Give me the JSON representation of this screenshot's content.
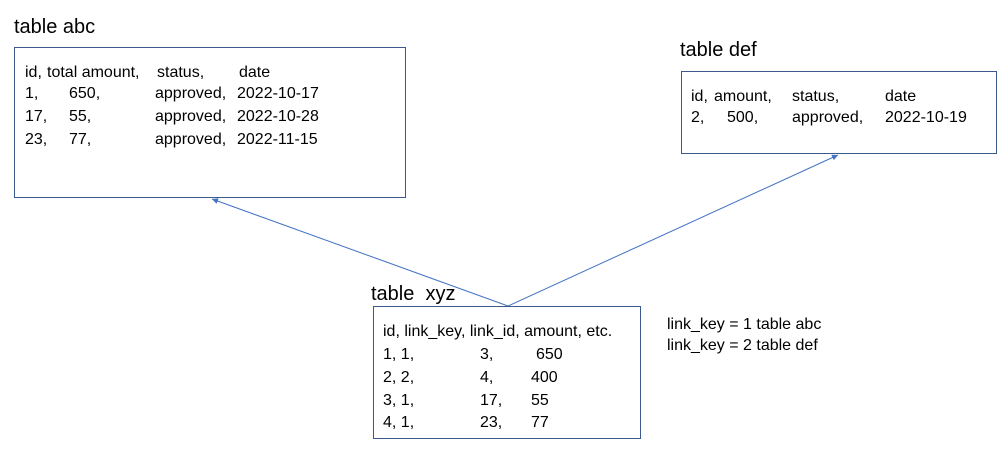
{
  "tables": {
    "abc": {
      "title": "table abc",
      "rows": [
        [
          "id,",
          "total amount,",
          "status,",
          "date"
        ],
        [
          "1,",
          "650,",
          "approved,",
          "2022-10-17"
        ],
        [
          "17,",
          "55,",
          "approved,",
          "2022-10-28"
        ],
        [
          "23,",
          "77,",
          "approved,",
          "2022-11-15"
        ]
      ]
    },
    "def": {
      "title": "table def",
      "rows": [
        [
          "id,",
          "amount,",
          "status,",
          "date"
        ],
        [
          "2,",
          "500,",
          "approved,",
          "2022-10-19"
        ]
      ]
    },
    "xyz": {
      "title": "table  xyz",
      "rows": [
        [
          "id, link_key, link_id, amount, etc."
        ],
        [
          "1, 1,",
          "3,",
          "650"
        ],
        [
          "2, 2,",
          "4,",
          "400"
        ],
        [
          "3, 1,",
          "17,",
          "55"
        ],
        [
          "4, 1,",
          "23,",
          "77"
        ]
      ]
    }
  },
  "notes": [
    "link_key = 1 table abc",
    "link_key = 2 table def"
  ],
  "colors": {
    "box_border": "#3a5a8c",
    "arrow": "#4472c4"
  }
}
